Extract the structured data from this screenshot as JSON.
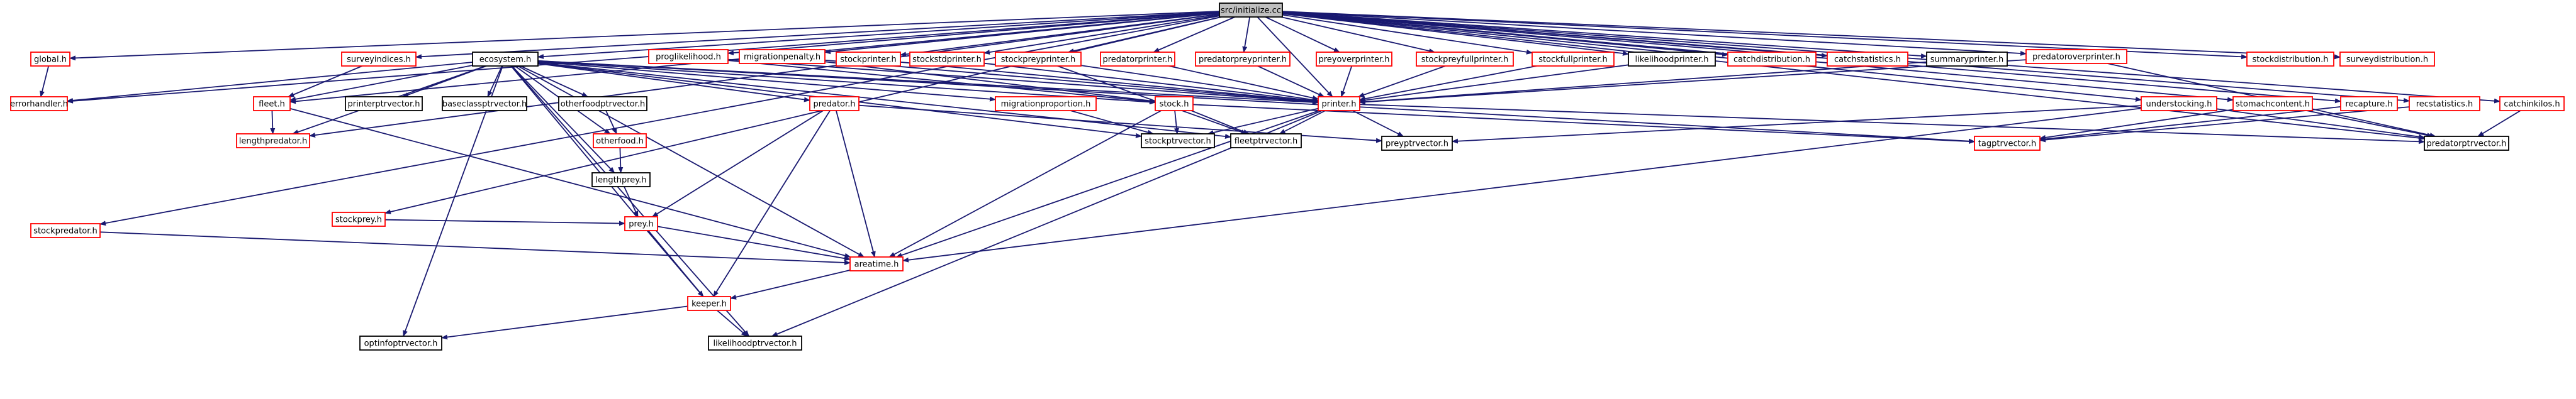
{
  "graph": {
    "colors": {
      "edge": "#191970",
      "root_fill": "#bfbfbf",
      "root_border": "#000000",
      "node_fill": "#ffffff",
      "undocumented_border": "#ff0000",
      "documented_border": "#000000"
    },
    "nodes": [
      {
        "id": "root",
        "label": "src/initialize.cc",
        "style": "root"
      },
      {
        "id": "global",
        "label": "global.h",
        "style": "red"
      },
      {
        "id": "errorhandler",
        "label": "errorhandler.h",
        "style": "red"
      },
      {
        "id": "surveyindices",
        "label": "surveyindices.h",
        "style": "red"
      },
      {
        "id": "ecosystem",
        "label": "ecosystem.h",
        "style": "black"
      },
      {
        "id": "proglikelihood",
        "label": "proglikelihood.h",
        "style": "red"
      },
      {
        "id": "migrationpenalty",
        "label": "migrationpenalty.h",
        "style": "red"
      },
      {
        "id": "stockprinter",
        "label": "stockprinter.h",
        "style": "red"
      },
      {
        "id": "stockstdprinter",
        "label": "stockstdprinter.h",
        "style": "red"
      },
      {
        "id": "stockpreyprinter",
        "label": "stockpreyprinter.h",
        "style": "red"
      },
      {
        "id": "predatorprinter",
        "label": "predatorprinter.h",
        "style": "red"
      },
      {
        "id": "predatorpreyprinter",
        "label": "predatorpreyprinter.h",
        "style": "red"
      },
      {
        "id": "preyoverprinter",
        "label": "preyoverprinter.h",
        "style": "red"
      },
      {
        "id": "stockpreyfullprinter",
        "label": "stockpreyfullprinter.h",
        "style": "red"
      },
      {
        "id": "stockfullprinter",
        "label": "stockfullprinter.h",
        "style": "red"
      },
      {
        "id": "likelihoodprinter",
        "label": "likelihoodprinter.h",
        "style": "black"
      },
      {
        "id": "catchdistribution",
        "label": "catchdistribution.h",
        "style": "red"
      },
      {
        "id": "catchstatistics",
        "label": "catchstatistics.h",
        "style": "red"
      },
      {
        "id": "summaryprinter",
        "label": "summaryprinter.h",
        "style": "black"
      },
      {
        "id": "predatoroverprinter",
        "label": "predatoroverprinter.h",
        "style": "red"
      },
      {
        "id": "stockdistribution",
        "label": "stockdistribution.h",
        "style": "red"
      },
      {
        "id": "surveydistribution",
        "label": "surveydistribution.h",
        "style": "red"
      },
      {
        "id": "fleet",
        "label": "fleet.h",
        "style": "red"
      },
      {
        "id": "printerptrvector",
        "label": "printerptrvector.h",
        "style": "black"
      },
      {
        "id": "baseclassptrvector",
        "label": "baseclassptrvector.h",
        "style": "black"
      },
      {
        "id": "otherfoodptrvector",
        "label": "otherfoodptrvector.h",
        "style": "black"
      },
      {
        "id": "predator",
        "label": "predator.h",
        "style": "red"
      },
      {
        "id": "migrationproportion",
        "label": "migrationproportion.h",
        "style": "red"
      },
      {
        "id": "stock",
        "label": "stock.h",
        "style": "red"
      },
      {
        "id": "printer",
        "label": "printer.h",
        "style": "red"
      },
      {
        "id": "understocking",
        "label": "understocking.h",
        "style": "red"
      },
      {
        "id": "stomachcontent",
        "label": "stomachcontent.h",
        "style": "red"
      },
      {
        "id": "recapture",
        "label": "recapture.h",
        "style": "red"
      },
      {
        "id": "recstatistics",
        "label": "recstatistics.h",
        "style": "red"
      },
      {
        "id": "catchinkilos",
        "label": "catchinkilos.h",
        "style": "red"
      },
      {
        "id": "lengthpredator",
        "label": "lengthpredator.h",
        "style": "red"
      },
      {
        "id": "otherfood",
        "label": "otherfood.h",
        "style": "red"
      },
      {
        "id": "stockptrvector",
        "label": "stockptrvector.h",
        "style": "black"
      },
      {
        "id": "fleetptrvector",
        "label": "fleetptrvector.h",
        "style": "black"
      },
      {
        "id": "preyptrvector",
        "label": "preyptrvector.h",
        "style": "black"
      },
      {
        "id": "tagptrvector",
        "label": "tagptrvector.h",
        "style": "red"
      },
      {
        "id": "predatorptrvector",
        "label": "predatorptrvector.h",
        "style": "black"
      },
      {
        "id": "lengthprey",
        "label": "lengthprey.h",
        "style": "black"
      },
      {
        "id": "stockprey",
        "label": "stockprey.h",
        "style": "red"
      },
      {
        "id": "prey",
        "label": "prey.h",
        "style": "red"
      },
      {
        "id": "stockpredator",
        "label": "stockpredator.h",
        "style": "red"
      },
      {
        "id": "areatime",
        "label": "areatime.h",
        "style": "red"
      },
      {
        "id": "keeper",
        "label": "keeper.h",
        "style": "red"
      },
      {
        "id": "optinfoptrvector",
        "label": "optinfoptrvector.h",
        "style": "black"
      },
      {
        "id": "likelihoodptrvector",
        "label": "likelihoodptrvector.h",
        "style": "black"
      }
    ],
    "edges": [
      [
        "root",
        "global"
      ],
      [
        "root",
        "errorhandler"
      ],
      [
        "root",
        "surveyindices"
      ],
      [
        "root",
        "ecosystem"
      ],
      [
        "root",
        "proglikelihood"
      ],
      [
        "root",
        "migrationpenalty"
      ],
      [
        "root",
        "stockprinter"
      ],
      [
        "root",
        "stockstdprinter"
      ],
      [
        "root",
        "stockpreyprinter"
      ],
      [
        "root",
        "predatorprinter"
      ],
      [
        "root",
        "predatorpreyprinter"
      ],
      [
        "root",
        "preyoverprinter"
      ],
      [
        "root",
        "stockpreyfullprinter"
      ],
      [
        "root",
        "stockfullprinter"
      ],
      [
        "root",
        "likelihoodprinter"
      ],
      [
        "root",
        "catchdistribution"
      ],
      [
        "root",
        "catchstatistics"
      ],
      [
        "root",
        "summaryprinter"
      ],
      [
        "root",
        "predatoroverprinter"
      ],
      [
        "root",
        "stockdistribution"
      ],
      [
        "root",
        "surveydistribution"
      ],
      [
        "root",
        "understocking"
      ],
      [
        "root",
        "stomachcontent"
      ],
      [
        "root",
        "recapture"
      ],
      [
        "root",
        "recstatistics"
      ],
      [
        "root",
        "catchinkilos"
      ],
      [
        "root",
        "printer"
      ],
      [
        "root",
        "stockprey"
      ],
      [
        "root",
        "stockpredator"
      ],
      [
        "root",
        "lengthpredator"
      ],
      [
        "root",
        "fleet"
      ],
      [
        "root",
        "predatorptrvector"
      ],
      [
        "global",
        "errorhandler"
      ],
      [
        "surveyindices",
        "fleet"
      ],
      [
        "ecosystem",
        "errorhandler"
      ],
      [
        "ecosystem",
        "fleet"
      ],
      [
        "ecosystem",
        "printerptrvector"
      ],
      [
        "ecosystem",
        "baseclassptrvector"
      ],
      [
        "ecosystem",
        "otherfoodptrvector"
      ],
      [
        "ecosystem",
        "predator"
      ],
      [
        "ecosystem",
        "migrationproportion"
      ],
      [
        "ecosystem",
        "stock"
      ],
      [
        "ecosystem",
        "printer"
      ],
      [
        "ecosystem",
        "stockptrvector"
      ],
      [
        "ecosystem",
        "fleetptrvector"
      ],
      [
        "ecosystem",
        "tagptrvector"
      ],
      [
        "ecosystem",
        "otherfood"
      ],
      [
        "ecosystem",
        "lengthprey"
      ],
      [
        "ecosystem",
        "keeper"
      ],
      [
        "ecosystem",
        "areatime"
      ],
      [
        "ecosystem",
        "optinfoptrvector"
      ],
      [
        "ecosystem",
        "likelihoodptrvector"
      ],
      [
        "ecosystem",
        "lengthpredator"
      ],
      [
        "fleet",
        "lengthpredator"
      ],
      [
        "fleet",
        "areatime"
      ],
      [
        "otherfoodptrvector",
        "otherfood"
      ],
      [
        "otherfood",
        "lengthprey"
      ],
      [
        "predator",
        "preyptrvector"
      ],
      [
        "predator",
        "prey"
      ],
      [
        "predator",
        "keeper"
      ],
      [
        "predator",
        "areatime"
      ],
      [
        "migrationproportion",
        "stockptrvector"
      ],
      [
        "stock",
        "stockptrvector"
      ],
      [
        "stock",
        "fleetptrvector"
      ],
      [
        "stock",
        "areatime"
      ],
      [
        "stock",
        "tagptrvector"
      ],
      [
        "proglikelihood",
        "printer"
      ],
      [
        "proglikelihood",
        "stock"
      ],
      [
        "migrationpenalty",
        "printer"
      ],
      [
        "migrationpenalty",
        "stock"
      ],
      [
        "stockprinter",
        "printer"
      ],
      [
        "stockstdprinter",
        "printer"
      ],
      [
        "stockpreyprinter",
        "printer"
      ],
      [
        "stockpreyprinter",
        "fleetptrvector"
      ],
      [
        "predatorprinter",
        "printer"
      ],
      [
        "predatorpreyprinter",
        "printer"
      ],
      [
        "preyoverprinter",
        "printer"
      ],
      [
        "stockpreyfullprinter",
        "printer"
      ],
      [
        "stockfullprinter",
        "printer"
      ],
      [
        "likelihoodprinter",
        "printer"
      ],
      [
        "summaryprinter",
        "printer"
      ],
      [
        "predatoroverprinter",
        "printer"
      ],
      [
        "predatoroverprinter",
        "predatorptrvector"
      ],
      [
        "printer",
        "stockptrvector"
      ],
      [
        "printer",
        "fleetptrvector"
      ],
      [
        "printer",
        "preyptrvector"
      ],
      [
        "printer",
        "predatorptrvector"
      ],
      [
        "printer",
        "areatime"
      ],
      [
        "printer",
        "likelihoodptrvector"
      ],
      [
        "understocking",
        "preyptrvector"
      ],
      [
        "understocking",
        "predatorptrvector"
      ],
      [
        "understocking",
        "areatime"
      ],
      [
        "stomachcontent",
        "tagptrvector"
      ],
      [
        "stomachcontent",
        "predatorptrvector"
      ],
      [
        "recapture",
        "tagptrvector"
      ],
      [
        "recstatistics",
        "tagptrvector"
      ],
      [
        "catchinkilos",
        "predatorptrvector"
      ],
      [
        "lengthprey",
        "prey"
      ],
      [
        "stockprey",
        "prey"
      ],
      [
        "prey",
        "keeper"
      ],
      [
        "prey",
        "areatime"
      ],
      [
        "stockpredator",
        "areatime"
      ],
      [
        "areatime",
        "keeper"
      ],
      [
        "keeper",
        "optinfoptrvector"
      ],
      [
        "keeper",
        "likelihoodptrvector"
      ]
    ]
  }
}
